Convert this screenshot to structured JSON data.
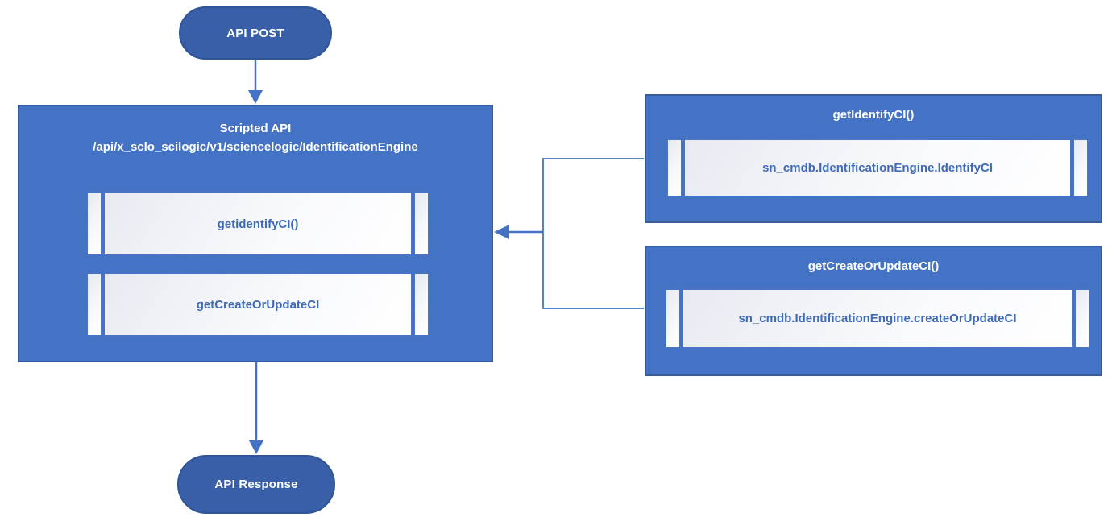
{
  "diagram": {
    "nodes": {
      "api_post": {
        "label": "API POST"
      },
      "scripted_api": {
        "title": "Scripted API",
        "path": "/api/x_sclo_scilogic/v1/sciencelogic/IdentificationEngine",
        "methods": [
          {
            "label": "getidentifyCI()"
          },
          {
            "label": "getCreateOrUpdateCI"
          }
        ]
      },
      "get_identify_ci": {
        "title": "getIdentifyCI()",
        "body": "sn_cmdb.IdentificationEngine.IdentifyCI"
      },
      "get_create_or_update_ci": {
        "title": "getCreateOrUpdateCI()",
        "body": "sn_cmdb.IdentificationEngine.createOrUpdateCI"
      },
      "api_response": {
        "label": "API Response"
      }
    },
    "colors": {
      "pill_fill": "#3a5fa9",
      "pill_border": "#2f5597",
      "box_fill": "#4472c4",
      "box_border": "#3a5a9e",
      "inner_box_border": "#4c74c0",
      "inner_text": "#3e6ab8",
      "connector": "#4472c4",
      "text_on_blue": "#ffffff",
      "background": "#ffffff"
    }
  }
}
